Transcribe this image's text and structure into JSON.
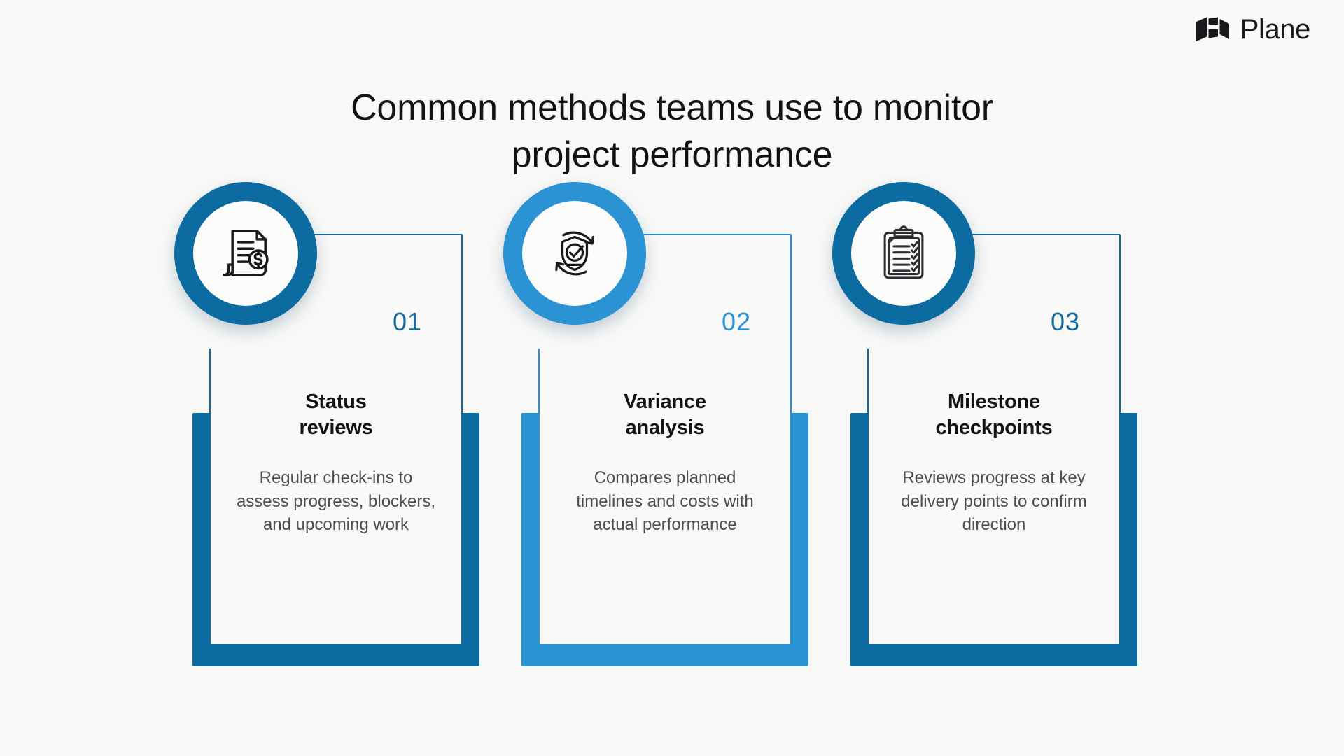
{
  "brand": {
    "name": "Plane",
    "mark_icon": "plane-logo-icon"
  },
  "header": {
    "title_line1": "Common methods teams use to monitor",
    "title_line2": "project performance"
  },
  "colors": {
    "background": "#f8f8f7",
    "title_text": "#111315",
    "body_text": "#4a4f55",
    "dark_blue": "#0c6ba0",
    "light_blue": "#2b92d4",
    "card_border_dark": "#0c6ba0",
    "card_border_light": "#2b92d4",
    "number_dark": "#166d9c",
    "number_light": "#2b92d4"
  },
  "cards": [
    {
      "number": "01",
      "title_line1": "Status",
      "title_line2": "reviews",
      "description": "Regular check-ins to assess progress, blockers, and upcoming work",
      "icon": "invoice-document-dollar-icon",
      "accent": "#0c6ba0",
      "number_color": "#166d9c"
    },
    {
      "number": "02",
      "title_line1": "Variance",
      "title_line2": "analysis",
      "description": "Compares planned timelines and costs with actual performance",
      "icon": "shield-check-refresh-icon",
      "accent": "#2b92d4",
      "number_color": "#2b92d4"
    },
    {
      "number": "03",
      "title_line1": "Milestone",
      "title_line2": "checkpoints",
      "description": "Reviews progress at key delivery points to confirm direction",
      "icon": "clipboard-checklist-icon",
      "accent": "#0c6ba0",
      "number_color": "#166d9c"
    }
  ]
}
